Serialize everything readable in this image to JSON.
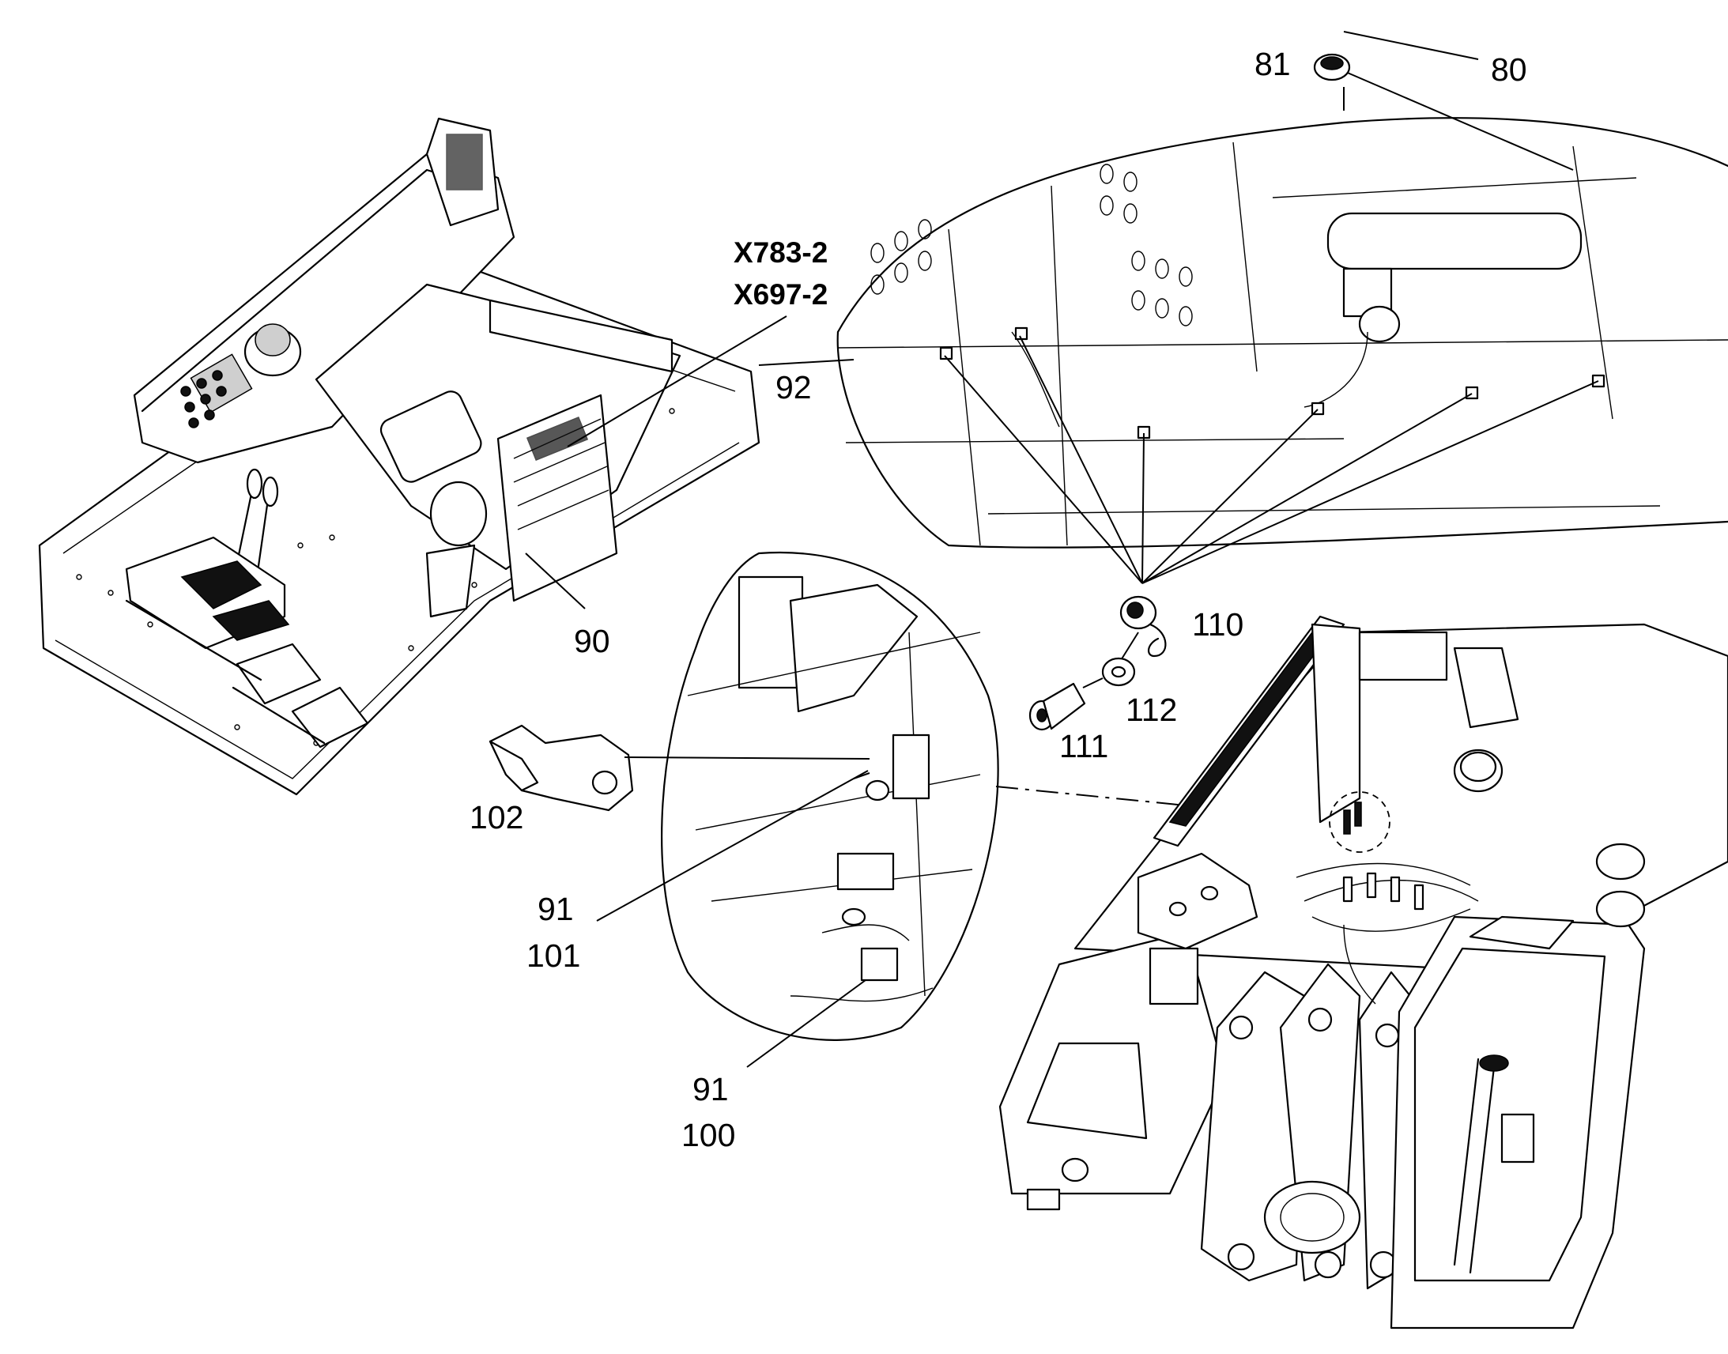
{
  "callouts": {
    "c81": "81",
    "c80": "80",
    "c92": "92",
    "c90": "90",
    "c110": "110",
    "c112": "112",
    "c111": "111",
    "c102": "102",
    "c91a": "91",
    "c101": "101",
    "c91b": "91",
    "c100": "100"
  },
  "connectors": {
    "x783": "X783-2",
    "x697": "X697-2"
  }
}
